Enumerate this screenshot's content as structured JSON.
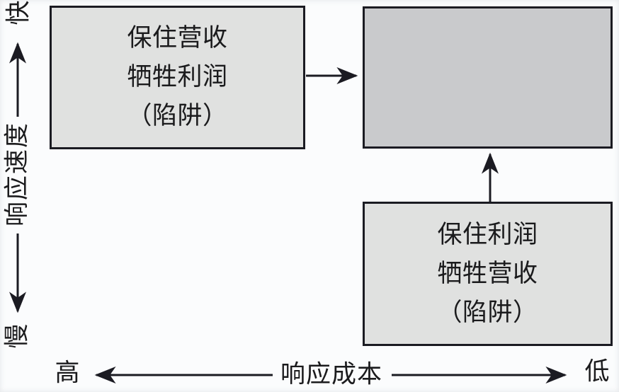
{
  "diagram": {
    "boxes": {
      "top_left": {
        "lines": [
          "保住营收",
          "牺牲利润",
          "（陷阱）"
        ]
      },
      "top_right": {
        "lines": []
      },
      "bottom_right": {
        "lines": [
          "保住利润",
          "牺牲营收",
          "（陷阱）"
        ]
      }
    },
    "y_axis": {
      "label": "响应速度",
      "top_end": "快",
      "bottom_end": "慢"
    },
    "x_axis": {
      "label": "响应成本",
      "left_end": "高",
      "right_end": "低"
    },
    "colors": {
      "box_light": "#e0e1e0",
      "box_dark": "#c9cacc",
      "line": "#1b1b22",
      "text": "#1b1b1d",
      "background": "#fbfcfd"
    }
  }
}
